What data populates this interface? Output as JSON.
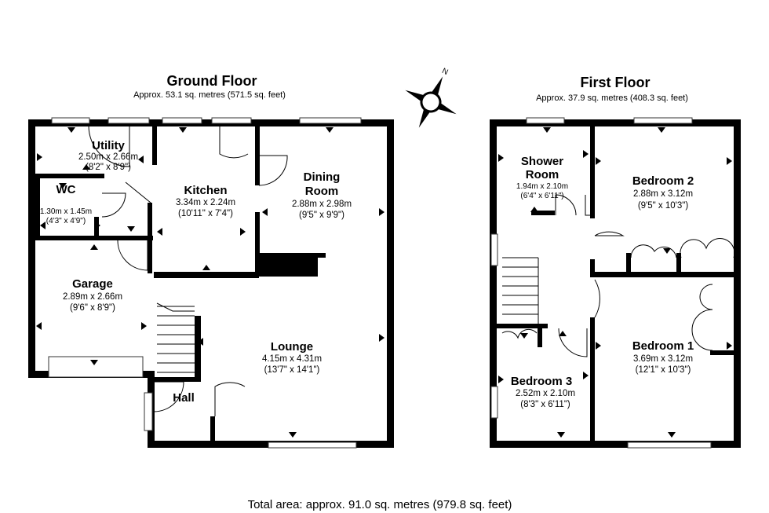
{
  "ground_floor": {
    "title": "Ground Floor",
    "area": "Approx. 53.1 sq. metres (571.5 sq. feet)",
    "rooms": {
      "utility": {
        "name": "Utility",
        "metric": "2.50m x 2.66m",
        "imperial": "(8'2\" x 8'9\")"
      },
      "wc": {
        "name": "WC",
        "metric": "1.30m x 1.45m",
        "imperial": "(4'3\" x 4'9\")"
      },
      "kitchen": {
        "name": "Kitchen",
        "metric": "3.34m x 2.24m",
        "imperial": "(10'11\" x 7'4\")"
      },
      "dining": {
        "name1": "Dining",
        "name2": "Room",
        "metric": "2.88m x 2.98m",
        "imperial": "(9'5\" x 9'9\")"
      },
      "garage": {
        "name": "Garage",
        "metric": "2.89m x 2.66m",
        "imperial": "(9'6\" x 8'9\")"
      },
      "lounge": {
        "name": "Lounge",
        "metric": "4.15m x 4.31m",
        "imperial": "(13'7\" x 14'1\")"
      },
      "hall": {
        "name": "Hall"
      }
    }
  },
  "first_floor": {
    "title": "First Floor",
    "area": "Approx. 37.9 sq. metres (408.3 sq. feet)",
    "rooms": {
      "shower": {
        "name1": "Shower",
        "name2": "Room",
        "metric": "1.94m x 2.10m",
        "imperial": "(6'4\" x 6'11\")"
      },
      "bedroom2": {
        "name": "Bedroom 2",
        "metric": "2.88m x 3.12m",
        "imperial": "(9'5\" x 10'3\")"
      },
      "bedroom1": {
        "name": "Bedroom 1",
        "metric": "3.69m x 3.12m",
        "imperial": "(12'1\" x 10'3\")"
      },
      "bedroom3": {
        "name": "Bedroom 3",
        "metric": "2.52m x 2.10m",
        "imperial": "(8'3\" x 6'11\")"
      }
    }
  },
  "compass": {
    "label": "N",
    "icon": "compass-icon"
  },
  "total_area": "Total area: approx. 91.0 sq. metres (979.8 sq. feet)"
}
